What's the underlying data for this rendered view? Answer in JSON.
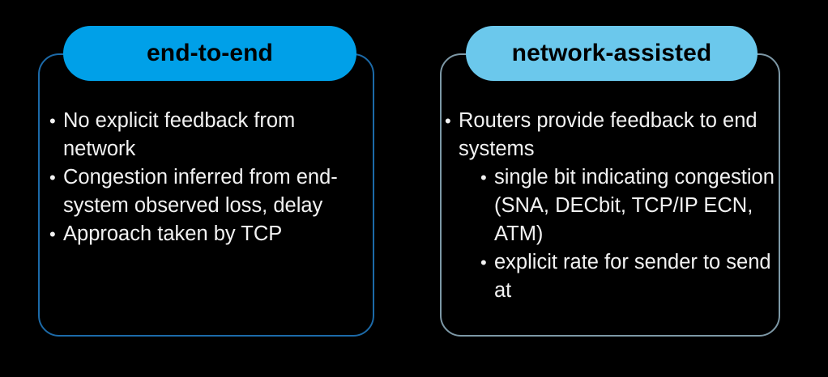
{
  "slide": {
    "background_color": "#000000",
    "text_color": "#f2f2f2"
  },
  "columns": [
    {
      "id": "end-to-end",
      "header": {
        "label": "end-to-end",
        "pill_color": "#00a0e8",
        "text_color": "#000000"
      },
      "panel": {
        "border_color": "#1c6aa8"
      },
      "bullets": [
        {
          "level": 1,
          "marker": "bullet-dot",
          "text": "No explicit feedback from network"
        },
        {
          "level": 1,
          "marker": "bullet-dot",
          "text": "Congestion inferred from end-system observed loss, delay"
        },
        {
          "level": 1,
          "marker": "bullet-dot",
          "text": "Approach taken by TCP"
        }
      ]
    },
    {
      "id": "network-assisted",
      "header": {
        "label": "network-assisted",
        "pill_color": "#6bc8ec",
        "text_color": "#000000"
      },
      "panel": {
        "border_color": "#7d98a6"
      },
      "bullets": [
        {
          "level": 1,
          "marker": "bullet-dot",
          "text": "Routers provide feedback to end systems"
        },
        {
          "level": 2,
          "marker": "bullet-dot",
          "text": "single bit indicating congestion (SNA, DECbit, TCP/IP ECN, ATM)"
        },
        {
          "level": 2,
          "marker": "bullet-dot",
          "text": "explicit rate for sender to send at"
        }
      ]
    }
  ],
  "glyphs": {
    "bullet": "•"
  }
}
